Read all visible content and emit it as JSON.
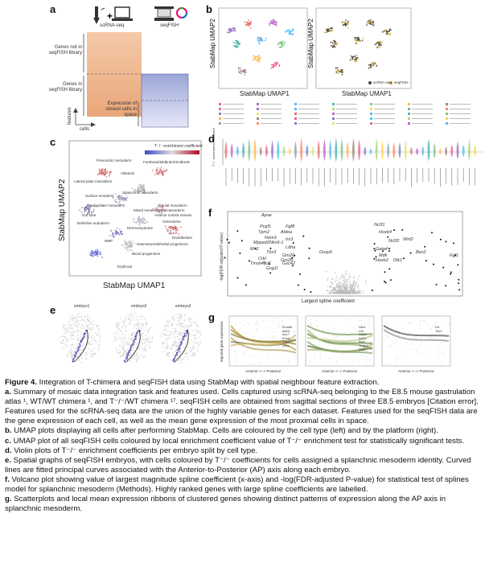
{
  "panels": {
    "a": {
      "label": "a",
      "scrnaseq": "scRNA-seq",
      "seqfish": "seqFISH",
      "genes_not": "Genes not in seqFISH library",
      "genes_in": "Genes in seqFISH library",
      "expression": "Expression of closest cells in space",
      "features": "features",
      "cells": "cells"
    },
    "b": {
      "label": "b",
      "x_axis": "StabMap UMAP1",
      "y_axis": "StabMap UMAP2",
      "x_axis2": "StabMap UMAP1",
      "y_axis2": "StabMap UMAP2",
      "legend_scrna": "scRNA-seq",
      "legend_seqfish": "seqFISH"
    },
    "c": {
      "label": "c",
      "colorbar_title": "T⁻/⁻ enrichment coefficient",
      "x_axis": "StabMap UMAP1",
      "y_axis": "StabMap UMAP2",
      "cell_labels": [
        "Presomitic mesoderm",
        "Forebrain/Midbrain/Hindbrain",
        "Allantois",
        "Lateral plate mesoderm",
        "Splanchnic mesoderm",
        "Surface ectoderm",
        "Intermediate mesoderm",
        "Gut tube",
        "Definitive endoderm",
        "Cranial mesoderm",
        "Mixed mesenchymal mesoderm",
        "Anterior somitic tissues",
        "Sclerotome",
        "Dermomyotome",
        "NMP",
        "Endothelium",
        "Haematoendothelial progenitors",
        "Blood progenitors",
        "Erythroid"
      ]
    },
    "d": {
      "label": "d",
      "y_axis": "T⁻/⁻ enrichment coefficient"
    },
    "e": {
      "label": "e",
      "embryos": [
        "embryo1",
        "embryo2",
        "embryo3"
      ]
    },
    "f": {
      "label": "f",
      "x_axis": "Largest spline coefficient",
      "y_axis": "-log(FDR-adjusted P-value)",
      "genes": [
        "Apoe",
        "Pcgf1",
        "Fgf8",
        "Tpm2",
        "Aldoa",
        "Nom3",
        "Irx3",
        "Mpped2",
        "Nkx6-1",
        "Ldha",
        "Mn2",
        "Tbx3",
        "Dusp6",
        "Gm26",
        "Gm28",
        "Crkl",
        "Tcf1",
        "Gsc42",
        "Tmsb4x",
        "Gsg1l",
        "Nr2f1",
        "Hoxb4",
        "Nr2f2",
        "Wnt2",
        "Gata4",
        "Mdk",
        "Hoxb2",
        "Dlk1",
        "Bex2",
        "Fgf1"
      ]
    },
    "g": {
      "label": "g",
      "x_axis": "Anterior <--> Posterior",
      "y_axis": "Imputed gene expression",
      "legends": [
        [
          "Smad6",
          "Aldh1",
          "Acs7",
          "Eomt",
          "Tbx2",
          "Ldha"
        ],
        [
          "Nkx2",
          "Lbh",
          "Gata4",
          "Nr2f1",
          "Ancf",
          "Tmsb4",
          "Dlx5"
        ],
        [
          "Fst",
          "Tbx1"
        ]
      ]
    }
  },
  "caption": {
    "title_bold": "Figure 4.",
    "title": " Integration of T-chimera and seqFISH data using StabMap with spatial neighbour feature extraction.",
    "a_label": "a.",
    "a_text": " Summary of mosaic data integration task and features used. Cells captured using scRNA-seq belonging to the E8.5 mouse gastrulation atlas ¹, WT/WT chimera ¹, and T⁻/⁻/WT chimera ¹⁷. seqFISH cells are obtained from sagittal sections of three E8.5 embryos [Citation error]. Features used for the scRNA-seq data are the union of the highly variable genes for each dataset. Features used for the seqFISH data are the gene expression of each cell, as well as the mean gene expression of the most proximal cells in space.",
    "b_label": "b.",
    "b_text": " UMAP plots displaying all cells after performing StabMap. Cells are coloured by the cell type (left) and by the platform (right).",
    "c_label": "c.",
    "c_text": " UMAP plot of all seqFISH cells coloured by local enrichment coefficient value of T⁻/⁻ enrichment test for statistically significant tests.",
    "d_label": "d.",
    "d_text": " Violin plots of T⁻/⁻ enrichment coefficients per embryo split by cell type.",
    "e_label": "e.",
    "e_text": " Spatial graphs of seqFISH embryos, with cells coloured by T⁻/⁻ coefficients for cells assigned a splanchnic mesoderm identity. Curved lines are fitted principal curves associated with the Anterior-to-Posterior (AP) axis along each embryo.",
    "f_label": "f.",
    "f_text": " Volcano plot showing value of largest magnitude spline coefficient (x-axis) and -log(FDR-adjusted P-value) for statistical test of splines model for splanchnic mesoderm (Methods). Highly ranked genes with large spline coefficients are labelled.",
    "g_label": "g.",
    "g_text": " Scatterplots and local mean expression ribbons of clustered genes showing distinct patterns of expression along the AP axis in splanchnic mesoderm."
  }
}
